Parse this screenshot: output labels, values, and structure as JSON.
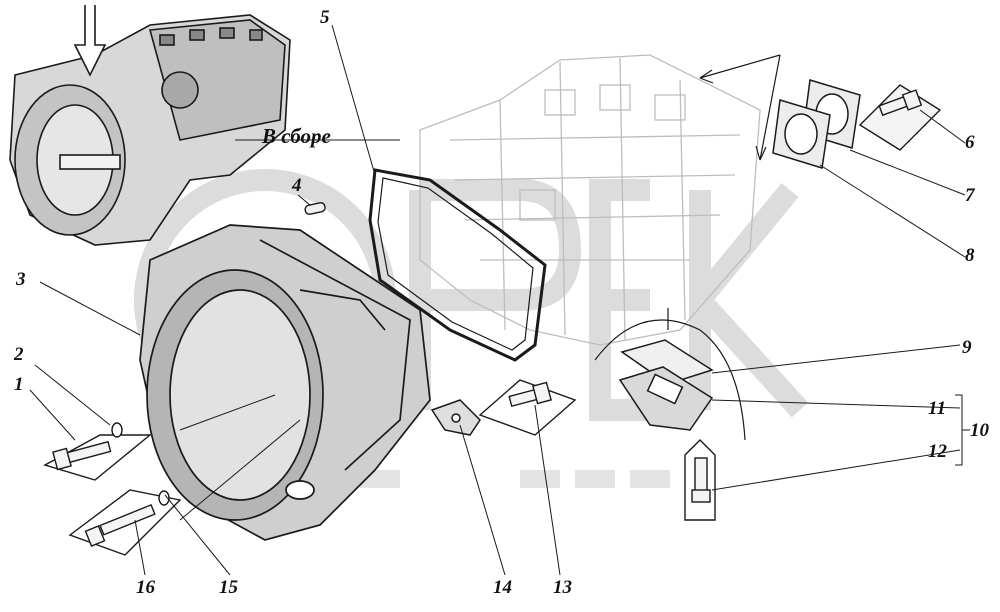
{
  "assembly_label": "В сборе",
  "callouts": [
    {
      "id": "c1",
      "text": "1"
    },
    {
      "id": "c2",
      "text": "2"
    },
    {
      "id": "c3",
      "text": "3"
    },
    {
      "id": "c4",
      "text": "4"
    },
    {
      "id": "c5",
      "text": "5"
    },
    {
      "id": "c6",
      "text": "6"
    },
    {
      "id": "c7",
      "text": "7"
    },
    {
      "id": "c8",
      "text": "8"
    },
    {
      "id": "c9",
      "text": "9"
    },
    {
      "id": "c10",
      "text": "10"
    },
    {
      "id": "c11",
      "text": "11"
    },
    {
      "id": "c12",
      "text": "12"
    },
    {
      "id": "c13",
      "text": "13"
    },
    {
      "id": "c14",
      "text": "14"
    },
    {
      "id": "c15",
      "text": "15"
    },
    {
      "id": "c16",
      "text": "16"
    }
  ],
  "colors": {
    "line": "#1a1a1a",
    "watermark": "#d9d9d9",
    "ghost": "#c8c8c8",
    "casting": "#bdbdbd"
  }
}
